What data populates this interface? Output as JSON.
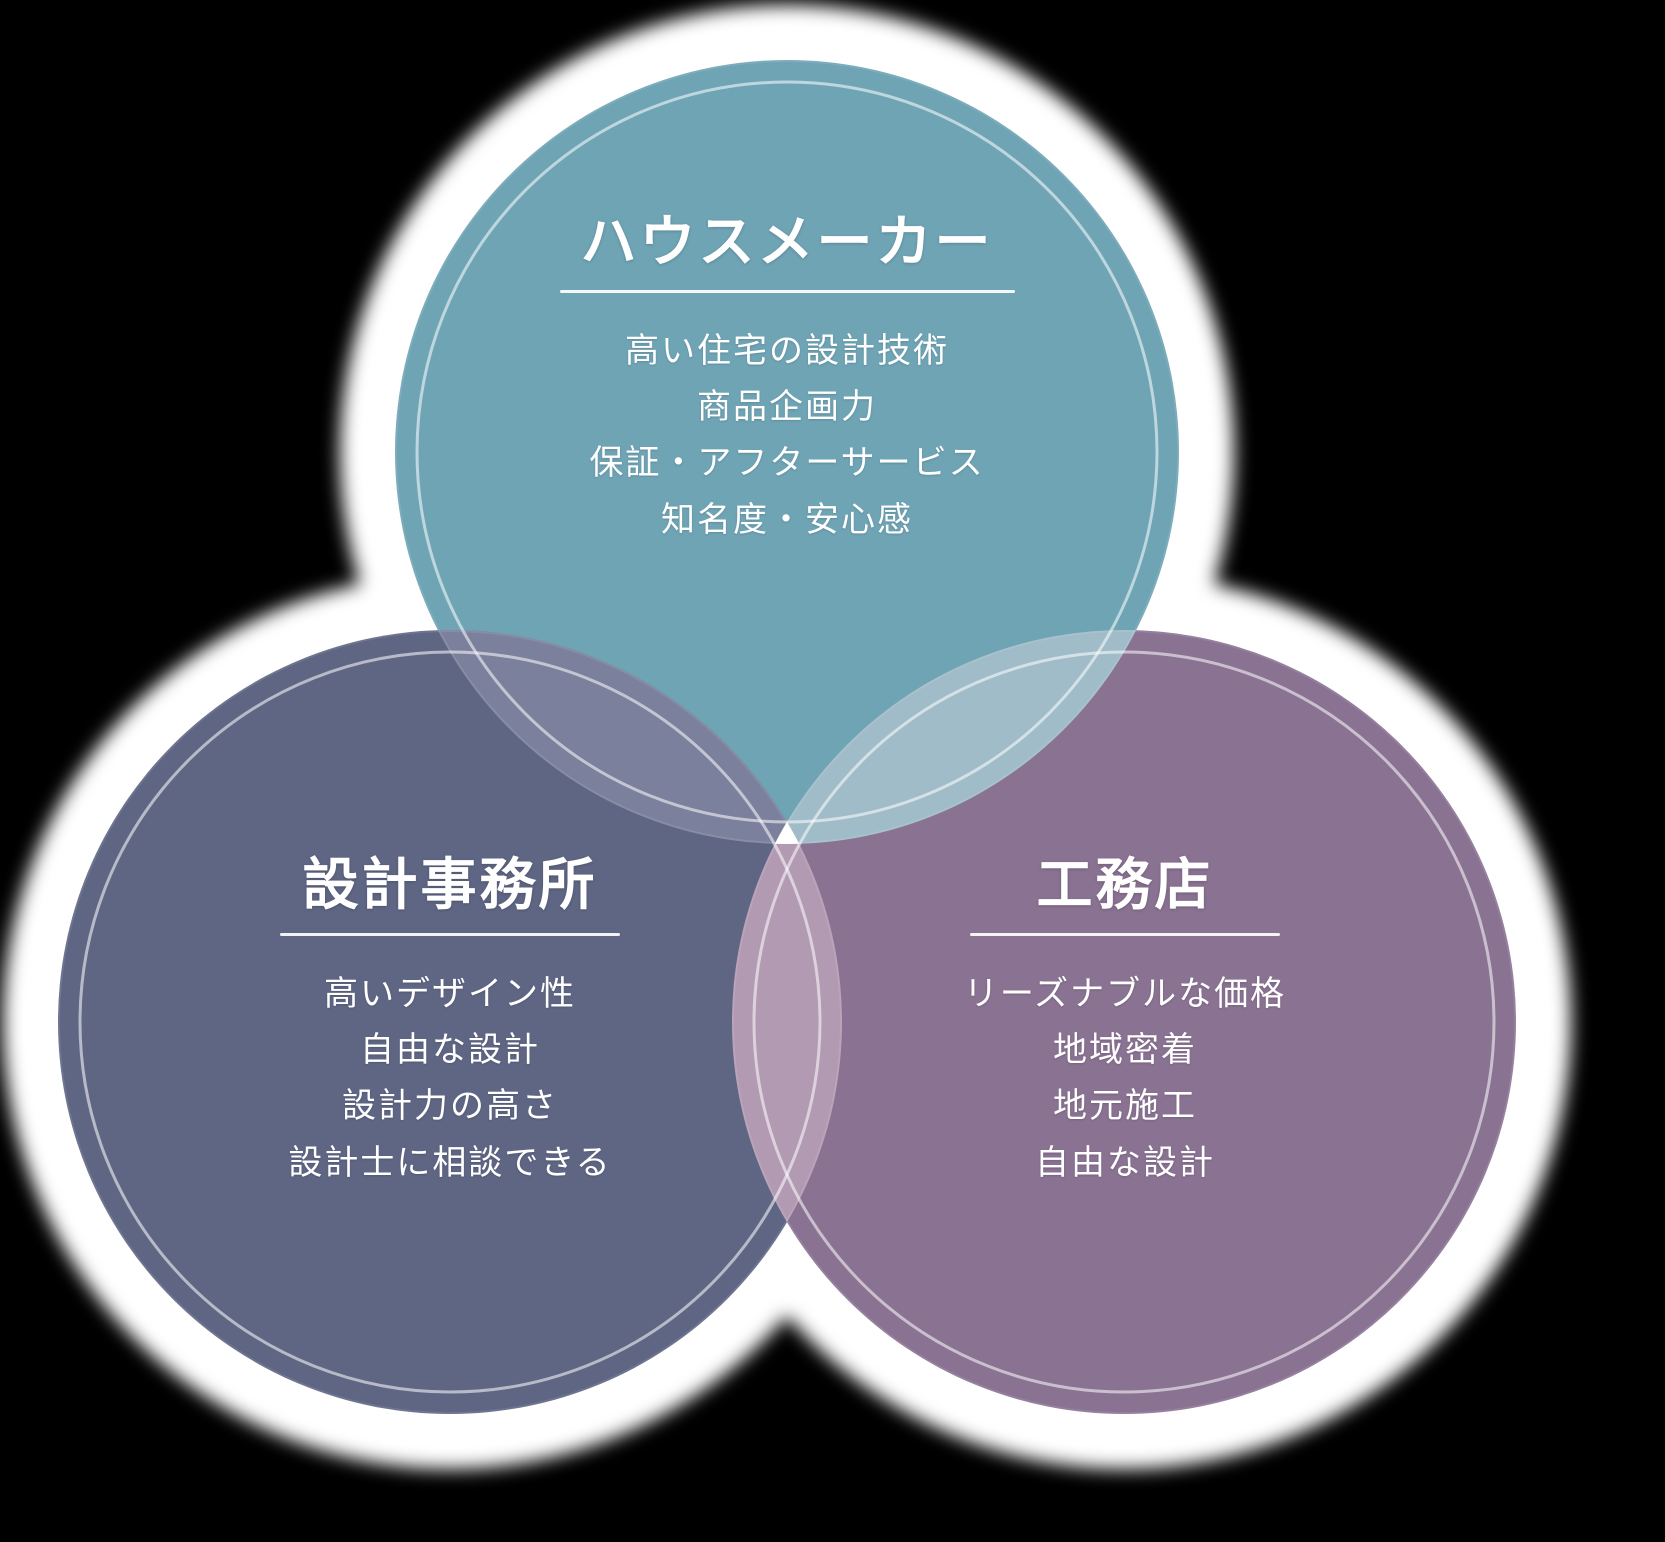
{
  "diagram": {
    "type": "venn",
    "background_color": "#000000",
    "set_count": 3,
    "halo_color": "#ffffff",
    "center_overlap_color": "#ffffff",
    "circles": [
      {
        "id": "house-maker",
        "position": "top",
        "title": "ハウスメーカー",
        "fill_color": "#6fa4b5",
        "inner_ring_color": "#a9ccd8",
        "items": [
          "高い住宅の設計技術",
          "商品企画力",
          "保証・アフターサービス",
          "知名度・安心感"
        ]
      },
      {
        "id": "design-office",
        "position": "bottom-left",
        "title": "設計事務所",
        "fill_color": "#5f6684",
        "inner_ring_color": "#9aa0b6",
        "items": [
          "高いデザイン性",
          "自由な設計",
          "設計力の高さ",
          "設計士に相談できる"
        ]
      },
      {
        "id": "construction-shop",
        "position": "bottom-right",
        "title": "工務店",
        "fill_color": "#8a7292",
        "inner_ring_color": "#c0adc3",
        "items": [
          "リーズナブルな価格",
          "地域密着",
          "地元施工",
          "自由な設計"
        ]
      }
    ],
    "overlaps": [
      {
        "sets": [
          "house-maker",
          "design-office"
        ],
        "color": "#7b809c"
      },
      {
        "sets": [
          "house-maker",
          "construction-shop"
        ],
        "color": "#9fbcc8"
      },
      {
        "sets": [
          "design-office",
          "construction-shop"
        ],
        "color": "#b29ab2"
      },
      {
        "sets": [
          "house-maker",
          "design-office",
          "construction-shop"
        ],
        "color": "#ffffff"
      }
    ]
  }
}
